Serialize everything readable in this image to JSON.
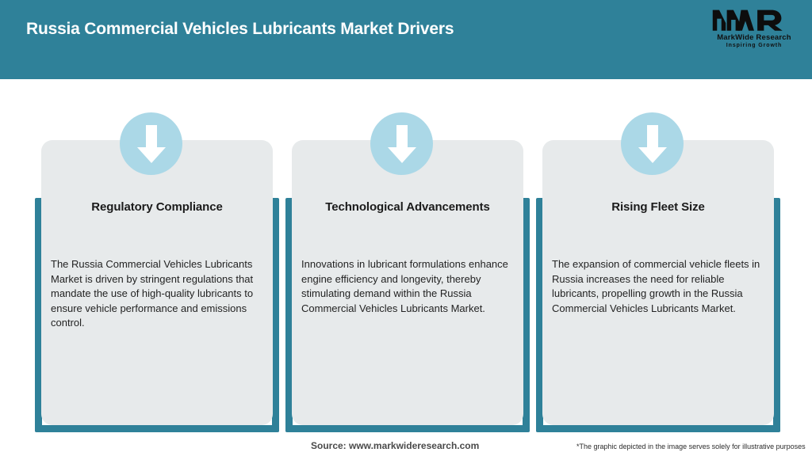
{
  "header": {
    "title": "Russia Commercial Vehicles Lubricants Market Drivers",
    "background_color": "#2f8199",
    "title_color": "#ffffff"
  },
  "logo": {
    "mark": "MWR",
    "name": "MarkWide Research",
    "tagline": "Inspiring Growth"
  },
  "theme": {
    "accent_teal": "#2f8199",
    "card_background": "#e7eaeb",
    "badge_blue": "#abd8e7",
    "page_background": "#ffffff"
  },
  "cards": [
    {
      "icon": "down-arrow-icon",
      "title": "Regulatory Compliance",
      "body": "The Russia Commercial Vehicles Lubricants Market is driven by stringent regulations that mandate the use of high-quality lubricants to ensure vehicle performance and emissions control."
    },
    {
      "icon": "down-arrow-icon",
      "title": "Technological Advancements",
      "body": "Innovations in lubricant formulations enhance engine efficiency and longevity, thereby stimulating demand within the Russia Commercial Vehicles Lubricants Market."
    },
    {
      "icon": "down-arrow-icon",
      "title": "Rising Fleet Size",
      "body": "The expansion of commercial vehicle fleets in Russia increases the need for reliable lubricants, propelling growth in the Russia Commercial Vehicles Lubricants Market."
    }
  ],
  "footer": {
    "source": "Source: www.markwideresearch.com",
    "disclaimer": "*The graphic depicted in the image serves solely for illustrative purposes"
  }
}
